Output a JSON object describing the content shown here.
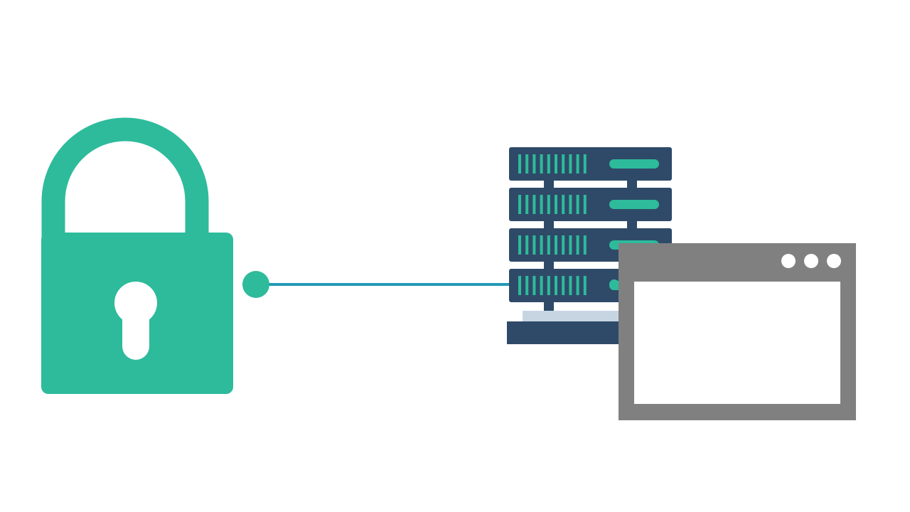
{
  "colors": {
    "background": "#ffffff",
    "lock": "#2dbb9b",
    "keyhole": "#ffffff",
    "connector": "#2398b5",
    "connector_dot": "#2dbb9b",
    "server_body": "#2f4a68",
    "server_accent": "#2dbb9b",
    "server_base_highlight": "#c7d5e3",
    "window_frame": "#808080",
    "window_content": "#ffffff",
    "window_buttons": "#ffffff"
  },
  "icons": {
    "lock": "padlock-icon",
    "server": "server-rack-icon",
    "window": "browser-window-icon"
  },
  "server": {
    "unit_count": 4,
    "bars_per_unit": 10
  },
  "window": {
    "control_dot_count": 3
  }
}
